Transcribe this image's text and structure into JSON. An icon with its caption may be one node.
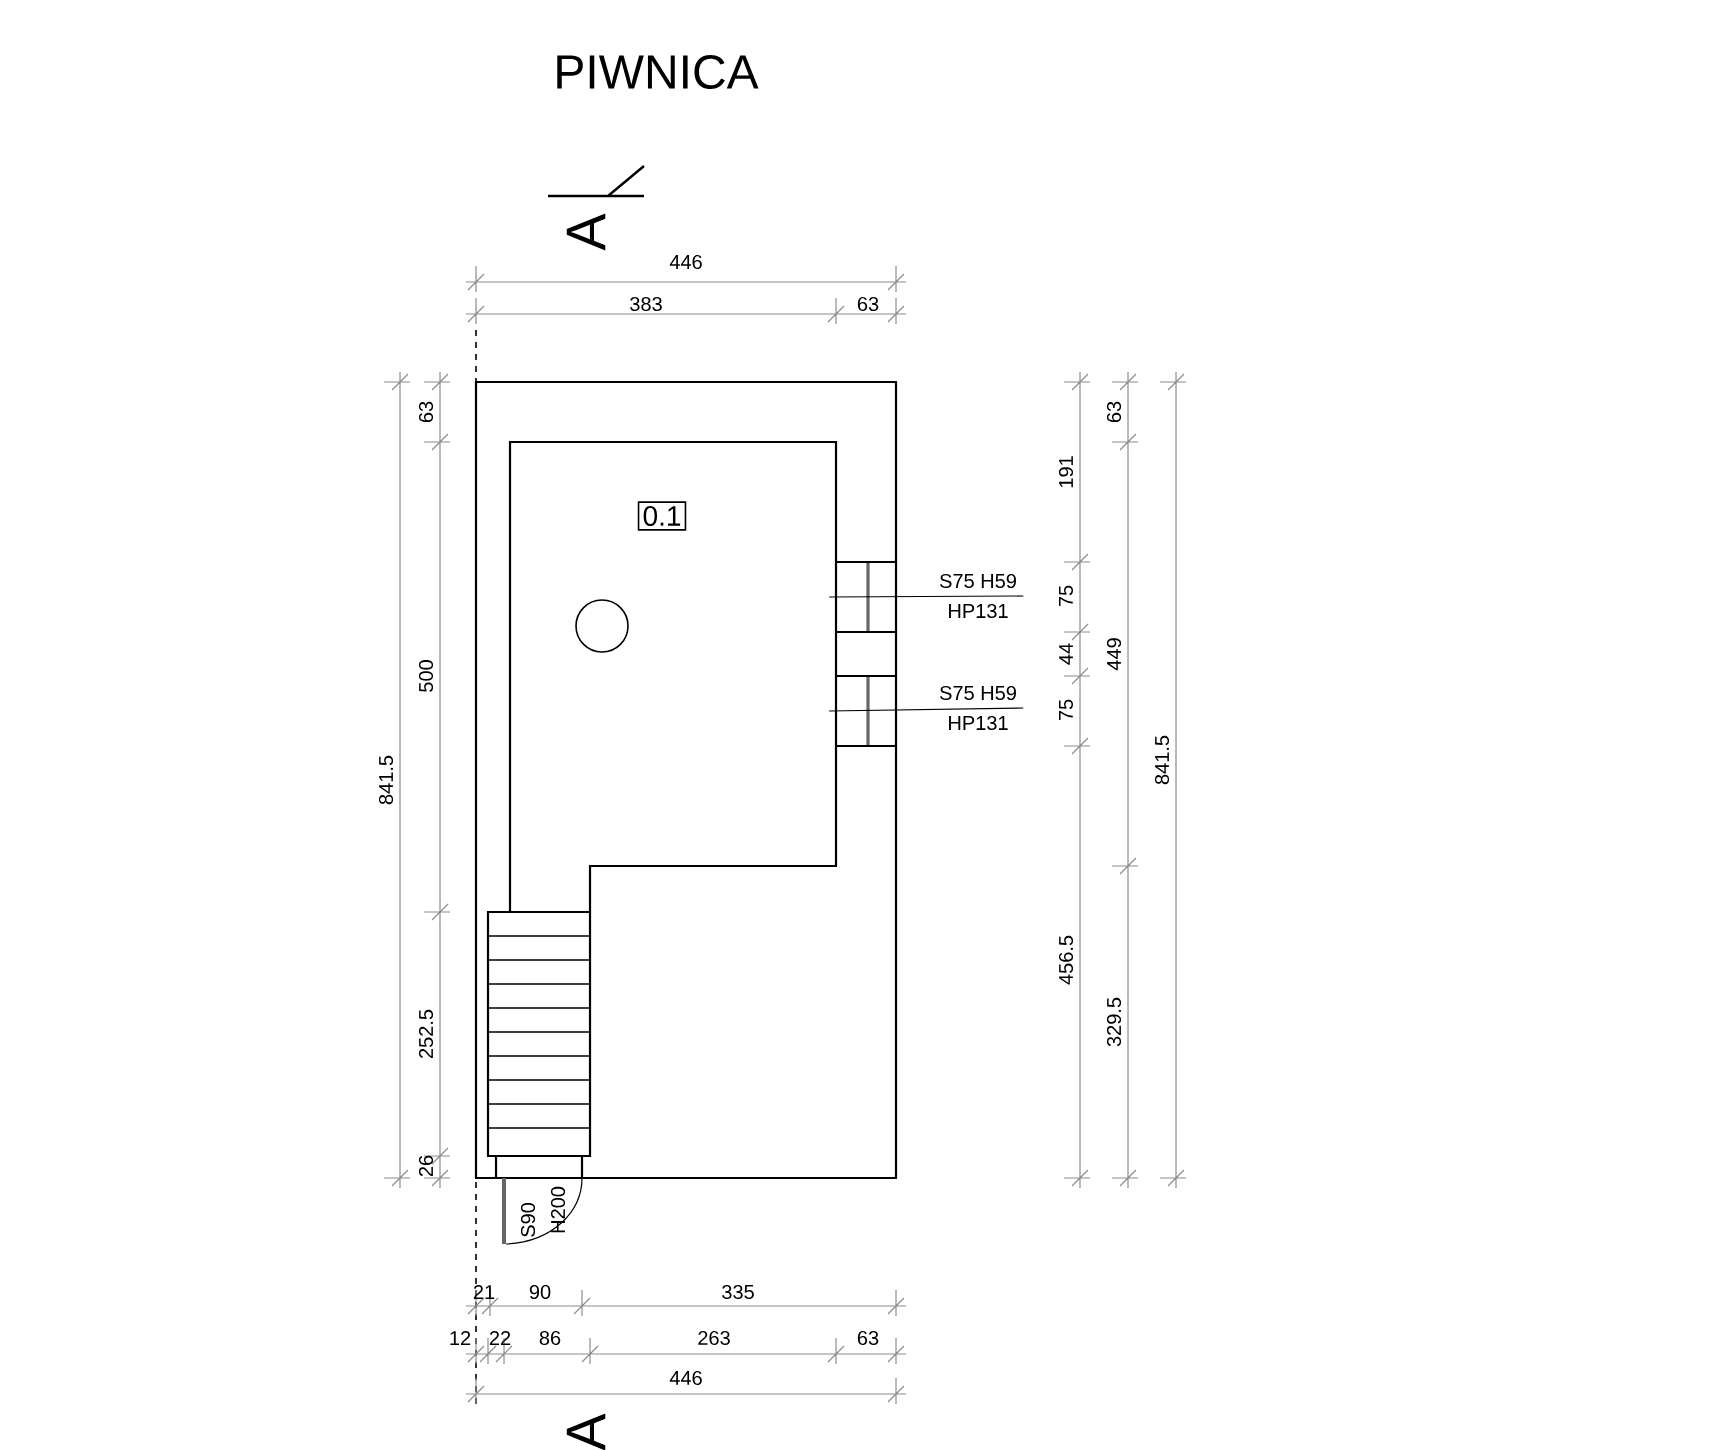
{
  "diagram": {
    "title": "PIWNICA",
    "nodes": [
      {
        "text": [
          "0.1"
        ]
      },
      {
        "text": [
          "S75 H59",
          "HP131"
        ]
      },
      {
        "text": [],
        "shape": "box"
      },
      {
        "text": [
          "S75 H59",
          "HP131"
        ]
      },
      {
        "text": [],
        "shape": "box"
      }
    ],
    "edges": [
      {
        "from": 1,
        "to": 2,
        "arrow": "none"
      },
      {
        "from": 3,
        "to": 4,
        "arrow": "none"
      }
    ],
    "labels": [
      "A",
      "446",
      "383",
      "63",
      "841.5",
      "63",
      "500",
      "252.5",
      "26",
      "191",
      "75",
      "44",
      "75",
      "456.5",
      "63",
      "449",
      "329.5",
      "841.5",
      "S90",
      "H200",
      "21",
      "90",
      "335",
      "12",
      "22",
      "86",
      "263",
      "63",
      "446",
      "A"
    ]
  }
}
